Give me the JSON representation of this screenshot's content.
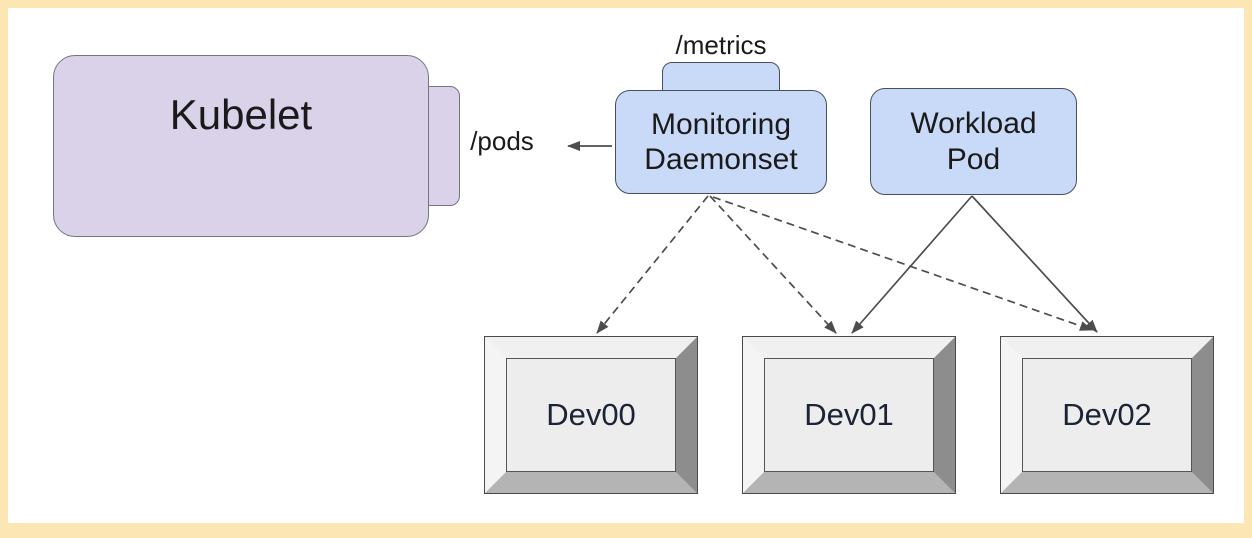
{
  "diagram": {
    "nodes": {
      "kubelet": {
        "label": "Kubelet",
        "fill": "#d9d2e9"
      },
      "kubelet_pods_port": {
        "label": "/pods"
      },
      "monitoring_daemonset": {
        "label": "Monitoring\nDaemonset",
        "fill": "#c9daf8",
        "port_label": "/metrics"
      },
      "workload_pod": {
        "label": "Workload\nPod",
        "fill": "#c9daf8"
      },
      "devices": [
        {
          "id": "dev00",
          "label": "Dev00"
        },
        {
          "id": "dev01",
          "label": "Dev01"
        },
        {
          "id": "dev02",
          "label": "Dev02"
        }
      ]
    },
    "edges": [
      {
        "from": "monitoring-daemonset",
        "to": "kubelet-pods",
        "style": "solid"
      },
      {
        "from": "monitoring-daemonset",
        "to": "dev00",
        "style": "dashed"
      },
      {
        "from": "monitoring-daemonset",
        "to": "dev01",
        "style": "dashed"
      },
      {
        "from": "monitoring-daemonset",
        "to": "dev02",
        "style": "dashed"
      },
      {
        "from": "workload-pod",
        "to": "dev01",
        "style": "solid"
      },
      {
        "from": "workload-pod",
        "to": "dev02",
        "style": "solid"
      }
    ],
    "colors": {
      "frame_border": "#fbe6b4",
      "canvas_background": "#ffffff",
      "kubelet_fill": "#d9d2e9",
      "kubelet_border": "#787384",
      "pod_fill": "#c9daf8",
      "pod_border": "#46505c",
      "arrow": "#4d4d4d",
      "device_face": "#ededed",
      "device_bevel_light": "#f4f4f4",
      "device_bevel_dark": "#8d8d8d",
      "device_bevel_bottom": "#b4b4b4",
      "device_text": "#1b2435"
    }
  }
}
